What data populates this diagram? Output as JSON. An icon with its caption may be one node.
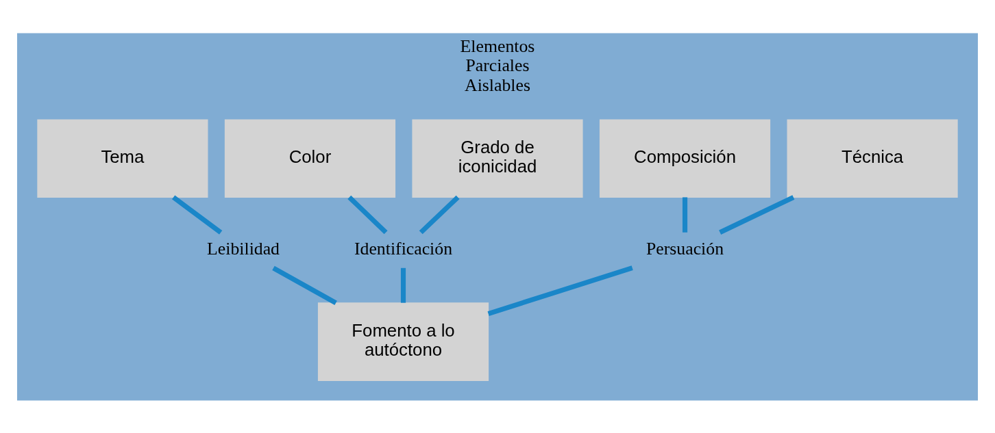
{
  "diagram": {
    "nodes": [
      {
        "text": [
          "Elementos Parciales Aislables"
        ]
      },
      {
        "text": [
          "Tema"
        ],
        "in": 0
      },
      {
        "text": [
          "Color"
        ],
        "in": 0
      },
      {
        "text": [
          "Grado de iconicidad"
        ],
        "in": 0
      },
      {
        "text": [
          "Composición"
        ],
        "in": 0
      },
      {
        "text": [
          "Técnica"
        ],
        "in": 0
      },
      {
        "text": [
          "Leibilidad"
        ],
        "in": 0
      },
      {
        "text": [
          "Identificación"
        ],
        "in": 0
      },
      {
        "text": [
          "Persuación"
        ],
        "in": 0
      },
      {
        "text": [
          "Fomento a lo autóctono"
        ],
        "in": 0
      }
    ],
    "edges": [
      {
        "from": 1,
        "to": 6,
        "arrow": "none"
      },
      {
        "from": 2,
        "to": 7,
        "arrow": "none"
      },
      {
        "from": 3,
        "to": 7,
        "arrow": "none"
      },
      {
        "from": 4,
        "to": 8,
        "arrow": "none"
      },
      {
        "from": 5,
        "to": 8,
        "arrow": "none"
      },
      {
        "from": 6,
        "to": 9,
        "arrow": "none"
      },
      {
        "from": 7,
        "to": 9,
        "arrow": "none"
      },
      {
        "from": 8,
        "to": 9,
        "arrow": "none"
      }
    ]
  }
}
